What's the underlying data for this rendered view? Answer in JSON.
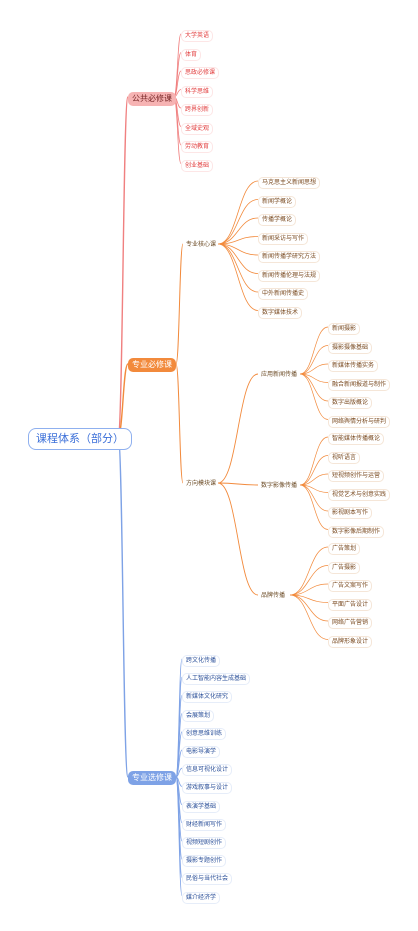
{
  "root": "课程体系（部分）",
  "public": {
    "label": "公共必修课",
    "items": [
      "大学英语",
      "体育",
      "思政必修课",
      "科学思维",
      "跨界创新",
      "全域史观",
      "劳动教育",
      "创业基础"
    ]
  },
  "major": {
    "label": "专业必修课",
    "core": {
      "label": "专业核心课",
      "items": [
        "马克思主义新闻思想",
        "新闻学概论",
        "传播学概论",
        "新闻采访与写作",
        "新闻传播学研究方法",
        "新闻传播伦理与法规",
        "中外新闻传播史",
        "数字媒体技术"
      ]
    },
    "module": {
      "label": "方向模块课",
      "applied": {
        "label": "应用新闻传播",
        "items": [
          "新闻摄影",
          "摄影摄像基础",
          "新媒体传播实务",
          "融合新闻报道与制作",
          "数字出版概论",
          "网络舆情分析与研判"
        ]
      },
      "digital": {
        "label": "数字影像传播",
        "items": [
          "智能媒体传播概论",
          "视听语言",
          "短视频创作与运营",
          "视觉艺术与创意实践",
          "影视剧本写作",
          "数字影像后期制作"
        ]
      },
      "brand": {
        "label": "品牌传播",
        "items": [
          "广告策划",
          "广告摄影",
          "广告文案写作",
          "平面广告设计",
          "网络广告营销",
          "品牌形象设计"
        ]
      }
    }
  },
  "elective": {
    "label": "专业选修课",
    "items": [
      "跨文化传播",
      "人工智能内容生成基础",
      "新媒体文化研究",
      "会展策划",
      "创意思维训练",
      "电影导演学",
      "信息可视化设计",
      "游戏叙事与设计",
      "表演学基础",
      "财经新闻写作",
      "视频短剧创作",
      "摄影专题创作",
      "民俗与当代社会",
      "媒介经济学"
    ]
  },
  "colors": {
    "public": "#f08080",
    "major": "#f28a3c",
    "elective": "#7ea2e6"
  }
}
